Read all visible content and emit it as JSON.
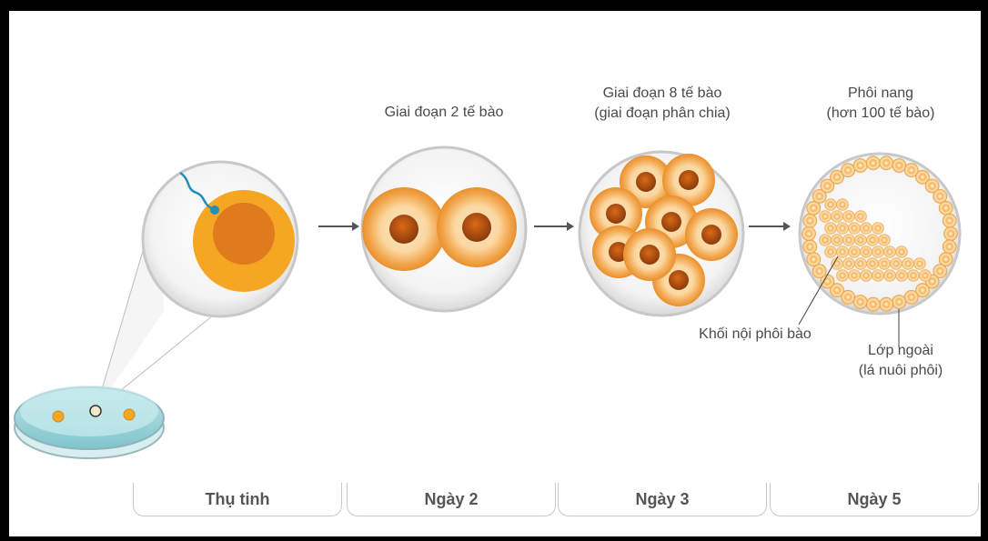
{
  "stages": [
    {
      "caption": "",
      "tab": "Thụ tinh"
    },
    {
      "caption": "Giai đoạn 2 tế bào",
      "tab": "Ngày 2"
    },
    {
      "caption": "Giai đoạn 8 tế bào\n(giai đoạn phân chia)",
      "tab": "Ngày 3"
    },
    {
      "caption": "Phôi nang\n(hơn 100 tế bào)",
      "tab": "Ngày 5"
    }
  ],
  "annotations": {
    "inner_cell_mass": "Khối nội phôi bào",
    "outer_layer": "Lớp ngoài\n(lá nuôi phôi)"
  },
  "colors": {
    "egg": "#f5a623",
    "nucleus": "#e07a1f",
    "cell_core": "#c9621a",
    "cell_halo": "#f7c27a",
    "sperm": "#1f8fb8",
    "dish": "#a8d8de"
  }
}
